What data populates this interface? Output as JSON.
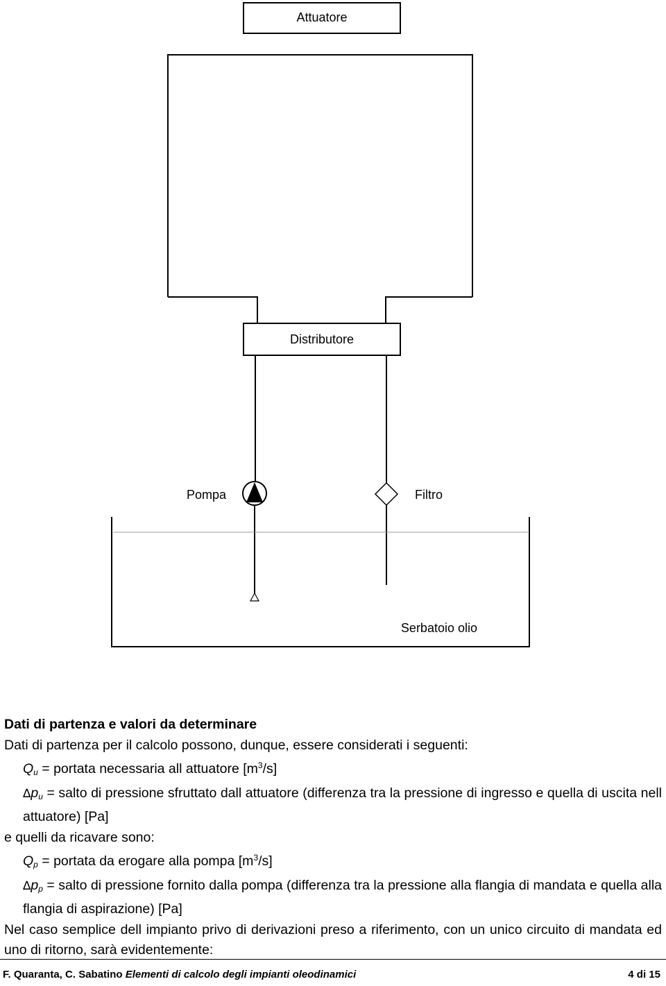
{
  "diagram": {
    "actuator_label": "Attuatore",
    "distributor_label": "Distributore",
    "pump_label": "Pompa",
    "filter_label": "Filtro",
    "tank_label": "Serbatoio olio"
  },
  "section": {
    "heading": "Dati di partenza e valori da determinare",
    "intro": "Dati di partenza per il calcolo possono, dunque, essere considerati i seguenti:",
    "qu_sym": "Q",
    "qu_sub": "u",
    "qu_pre": "= portata necessaria all attuatore [m",
    "qu_exp": "3",
    "qu_post": "/s]",
    "dpu_delta": "∆",
    "dpu_sym": "p",
    "dpu_sub": "u",
    "dpu_text": "= salto di pressione sfruttato dall attuatore (differenza tra la pressione di ingresso e quella di uscita nell attuatore) [Pa]",
    "ricavare": "e quelli da ricavare sono:",
    "qp_sym": "Q",
    "qp_sub": "p",
    "qp_pre": "= portata da erogare alla pompa [m",
    "qp_exp": "3",
    "qp_post": "/s]",
    "dpp_delta": "∆",
    "dpp_sym": "p",
    "dpp_sub": "p",
    "dpp_text": "= salto di pressione fornito dalla pompa (differenza tra la pressione alla flangia di mandata e quella alla flangia di aspirazione) [Pa]",
    "conclusion": "Nel caso semplice dell impianto privo di derivazioni preso a riferimento, con un unico circuito di mandata ed uno di ritorno, sarà evidentemente:"
  },
  "footer": {
    "authors": "F. Quaranta, C. Sabatino",
    "title": "Elementi di calcolo degli impianti oleodinamici",
    "page": "4 di 15"
  }
}
